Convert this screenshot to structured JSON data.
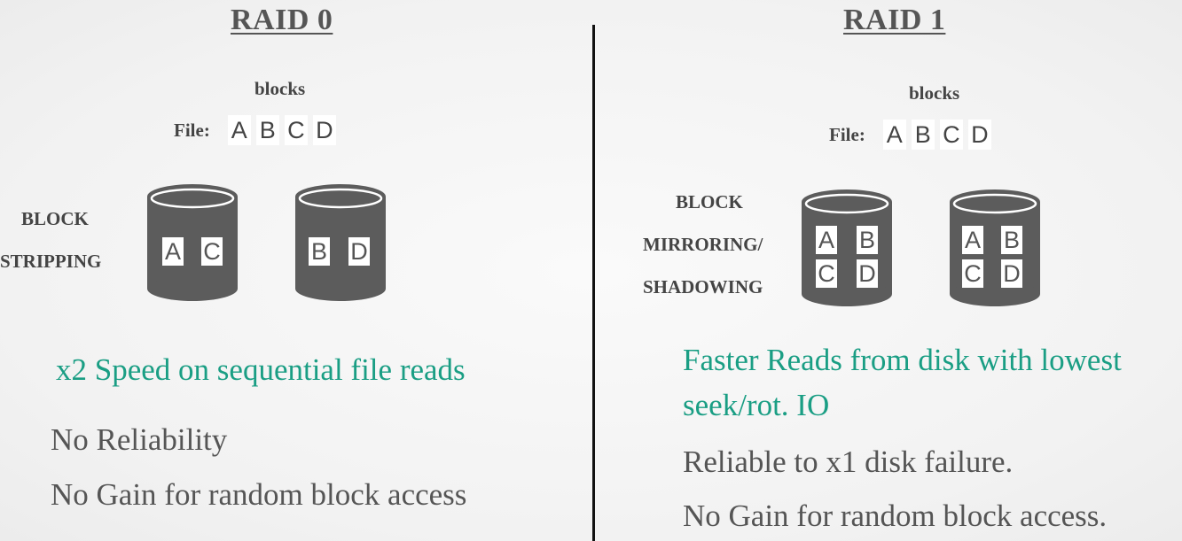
{
  "left": {
    "title": "RAID 0",
    "blocks_label": "blocks",
    "file_label": "File:",
    "file_blocks": [
      "A",
      "B",
      "C",
      "D"
    ],
    "side_label_lines": [
      "BLOCK",
      "STRIPPING"
    ],
    "disk1_blocks": [
      "A",
      "C"
    ],
    "disk2_blocks": [
      "B",
      "D"
    ],
    "benefit": "x2 Speed on sequential file reads",
    "notes": [
      "No Reliability",
      "No Gain for random block access"
    ]
  },
  "right": {
    "title": "RAID 1",
    "blocks_label": "blocks",
    "file_label": "File:",
    "file_blocks": [
      "A",
      "B",
      "C",
      "D"
    ],
    "side_label_lines": [
      "BLOCK",
      "MIRRORING/",
      "SHADOWING"
    ],
    "disk1_blocks": [
      "A",
      "B",
      "C",
      "D"
    ],
    "disk2_blocks": [
      "A",
      "B",
      "C",
      "D"
    ],
    "benefit_lines": [
      "Faster Reads from disk with lowest",
      "seek/rot. IO"
    ],
    "notes": [
      "Reliable to x1 disk failure.",
      "No Gain for random block access."
    ]
  },
  "colors": {
    "disk": "#5c5c5c",
    "accent": "#1a9e84",
    "text": "#555555"
  }
}
